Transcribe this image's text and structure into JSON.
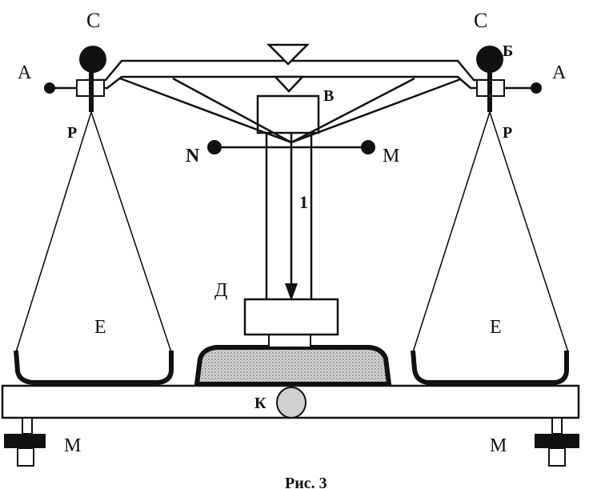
{
  "labels": {
    "c_left": "С",
    "c_right": "С",
    "b": "Б",
    "a_left": "А",
    "a_right": "А",
    "v": "В",
    "p_left": "Р",
    "p_right": "Р",
    "n": "N",
    "m_pointer": "М",
    "one": "1",
    "d": "Д",
    "e_left": "Е",
    "e_right": "Е",
    "k": "К",
    "m_left": "М",
    "m_right": "М",
    "caption": "Рис. 3"
  },
  "colors": {
    "ink": "#111111",
    "paper": "#ffffff",
    "stipple": "#bdbdbd"
  }
}
